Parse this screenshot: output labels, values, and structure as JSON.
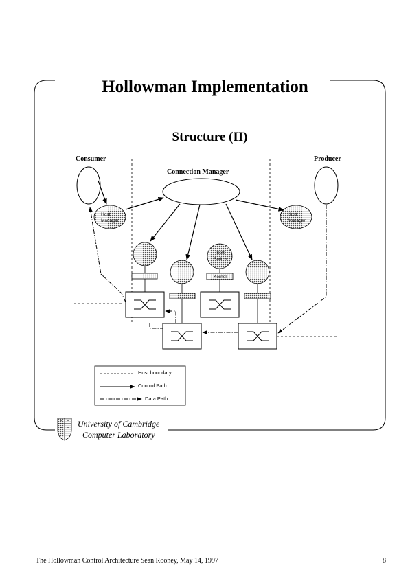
{
  "slide": {
    "title": "Hollowman Implementation",
    "subtitle": "Structure (II)"
  },
  "diagram": {
    "consumer_label": "Consumer",
    "producer_label": "Producer",
    "connection_manager_label": "Connection Manager",
    "host_manager_line1": "Host",
    "host_manager_line2": "Manager",
    "soft_switch_line1": "Soft",
    "soft_switch_line2": "Switch",
    "kernel_label": "Kernel"
  },
  "legend": {
    "host_boundary": "Host boundary",
    "control_path": "Control Path",
    "data_path": "Data Path"
  },
  "institution": {
    "line1": "University of Cambridge",
    "line2": "Computer Laboratory"
  },
  "footer": {
    "left": "The Hollowman Control Architecture   Sean Rooney, May 14, 1997",
    "page_number": "8"
  }
}
